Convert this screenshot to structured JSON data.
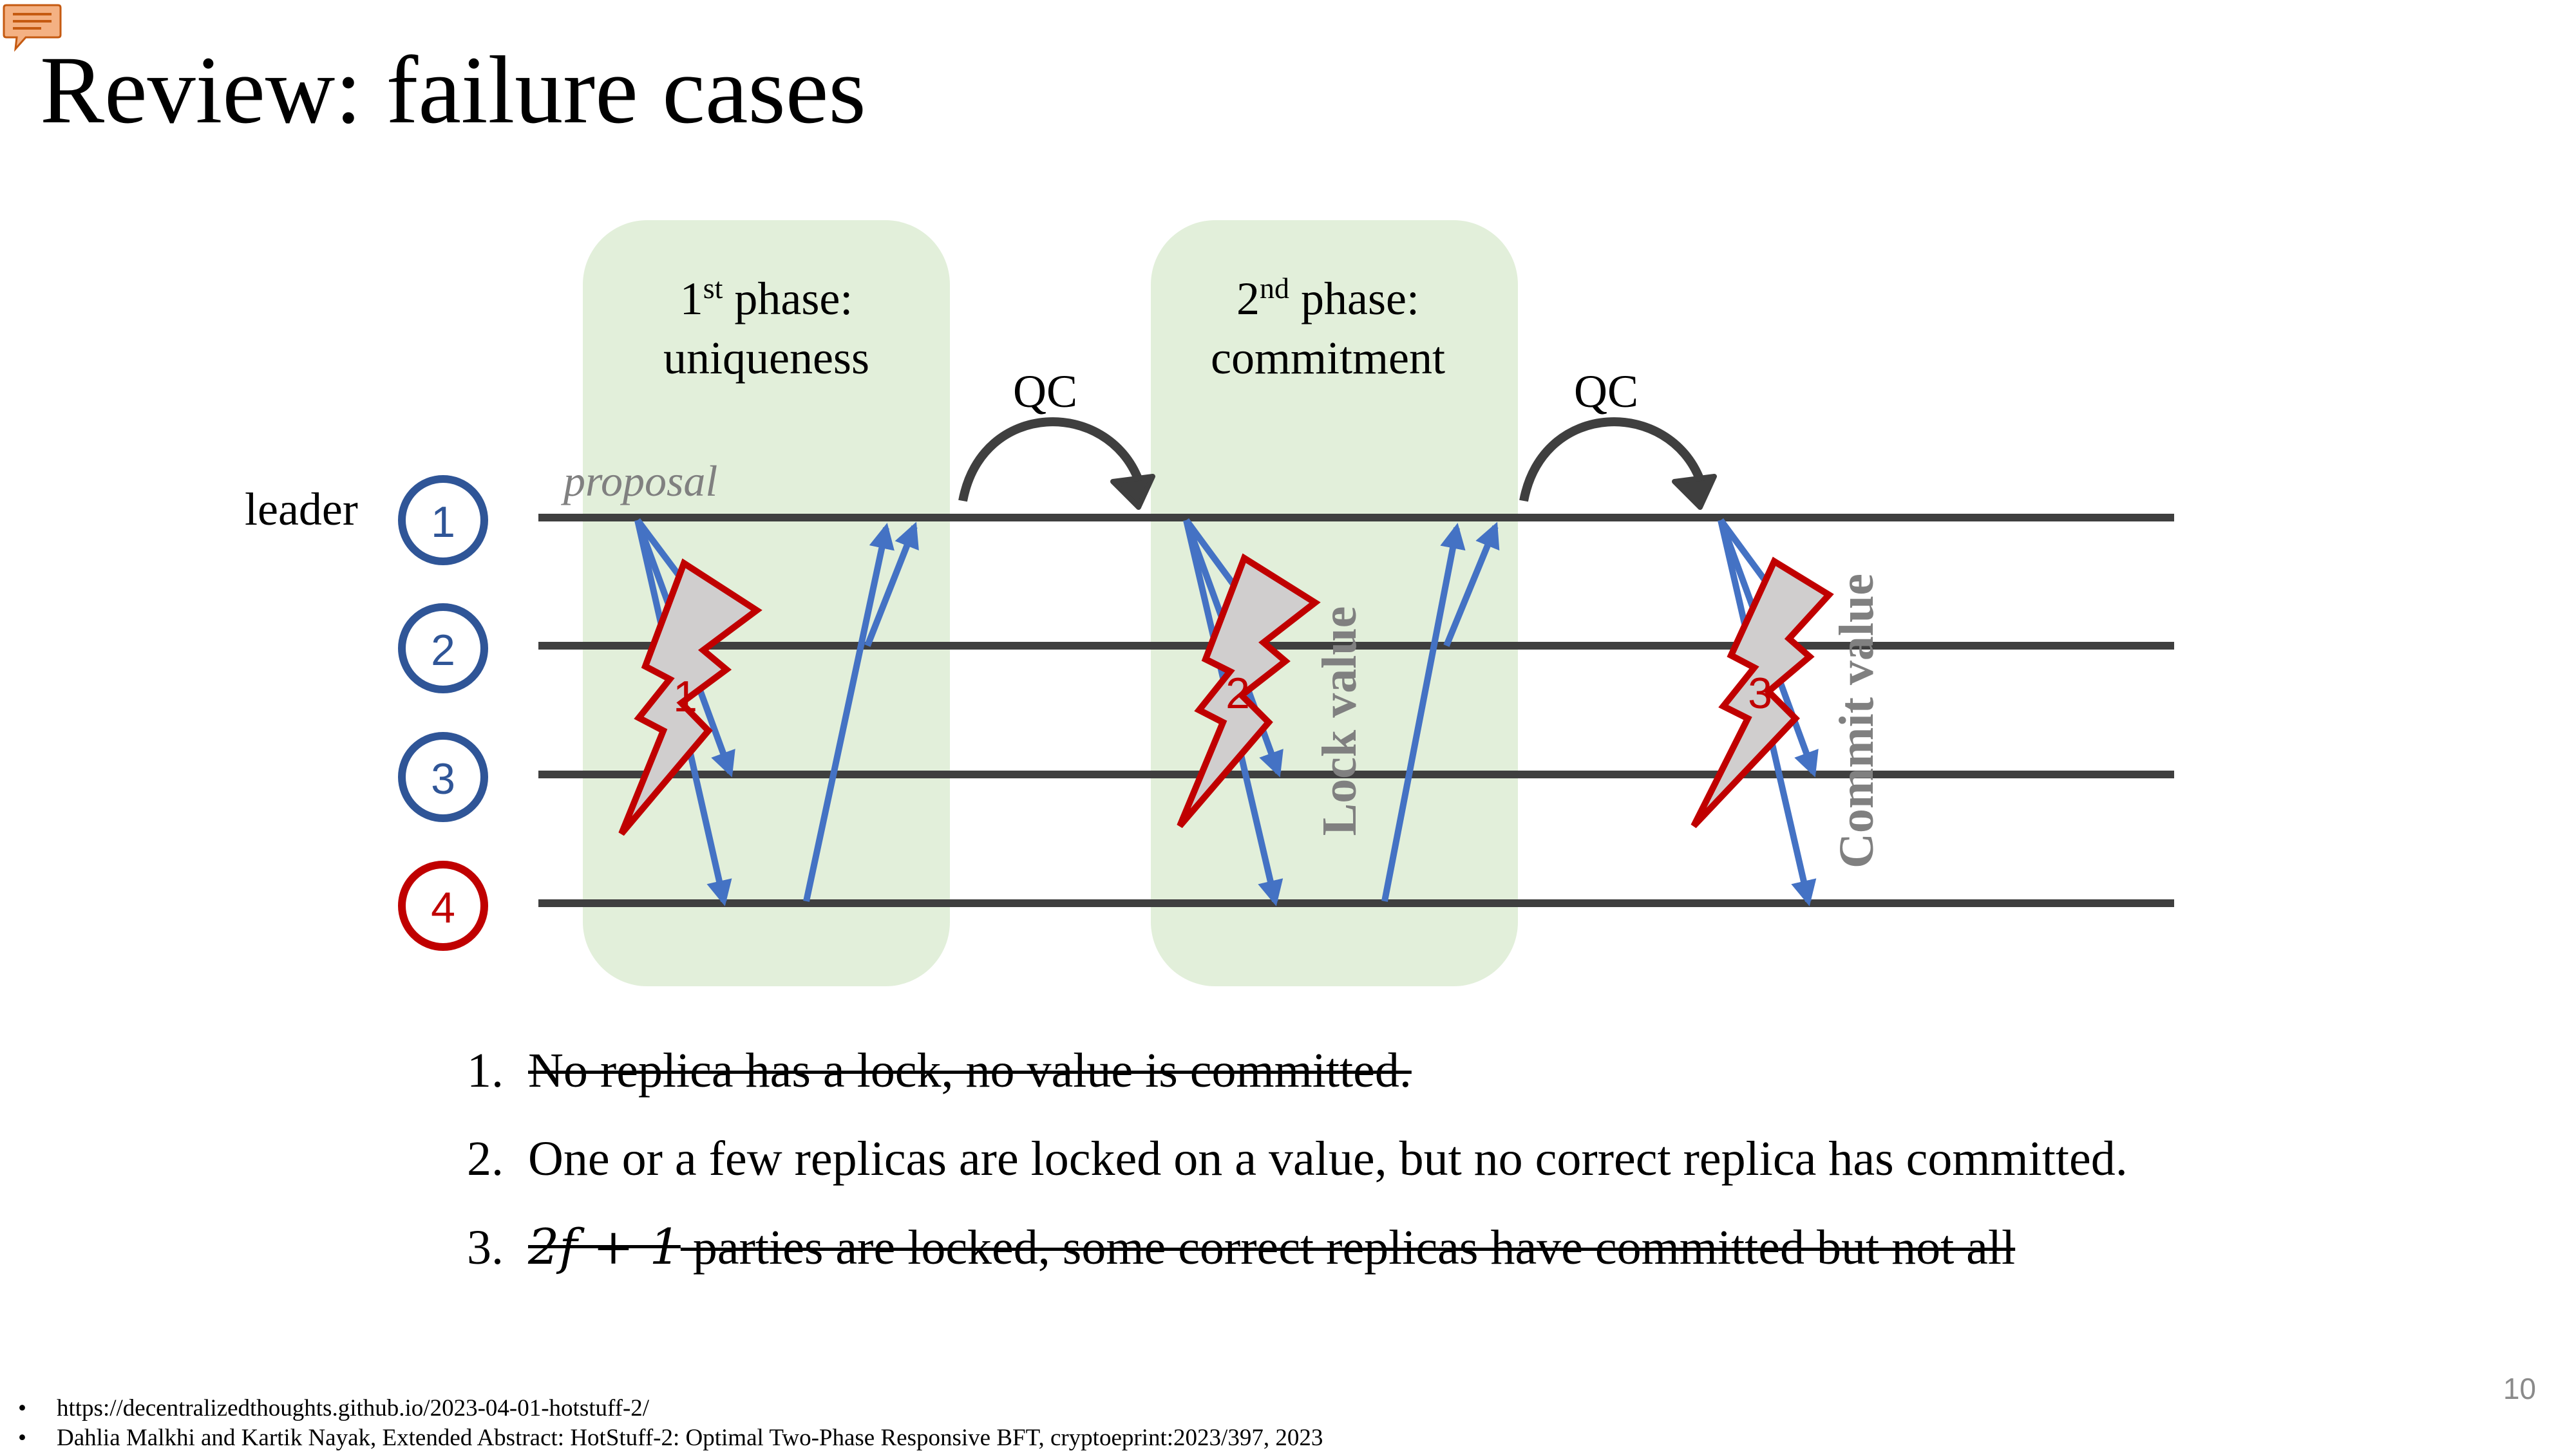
{
  "slide": {
    "title": "Review: failure cases",
    "page_number": "10",
    "comment_icon": "speech-bubble-icon"
  },
  "diagram": {
    "leader_label": "leader",
    "proposal_label": "proposal",
    "replicas": [
      {
        "id": "1",
        "color": "#2f5597"
      },
      {
        "id": "2",
        "color": "#2f5597"
      },
      {
        "id": "3",
        "color": "#2f5597"
      },
      {
        "id": "4",
        "color": "#c00000"
      }
    ],
    "phases": [
      {
        "ordinal": "1",
        "suffix": "st",
        "title_rest": " phase:",
        "subtitle": "uniqueness"
      },
      {
        "ordinal": "2",
        "suffix": "nd",
        "title_rest": " phase:",
        "subtitle": "commitment"
      }
    ],
    "qc_labels": [
      "QC",
      "QC"
    ],
    "failure_markers": [
      "1",
      "2",
      "3"
    ],
    "vertical_labels": [
      "Lock value",
      "Commit value"
    ],
    "colors": {
      "phase_fill": "#e2efda",
      "arrow": "#4472c4",
      "timeline": "#3f3f3f",
      "lightning_fill": "#d0cece",
      "lightning_stroke": "#c00000"
    }
  },
  "cases": [
    {
      "num": "1.",
      "text": "No replica has a lock, no value is committed.",
      "struck": true
    },
    {
      "num": "2.",
      "text": "One or a few replicas are locked on a value, but no correct replica has committed.",
      "struck": false
    },
    {
      "num": "3.",
      "math": "2f + 1",
      "text": " parties are locked, some correct replicas have committed but not all",
      "struck": true
    }
  ],
  "references": [
    "https://decentralizedthoughts.github.io/2023-04-01-hotstuff-2/",
    "Dahlia Malkhi and Kartik Nayak, Extended Abstract: HotStuff-2: Optimal Two-Phase Responsive BFT, cryptoeprint:2023/397, 2023"
  ]
}
